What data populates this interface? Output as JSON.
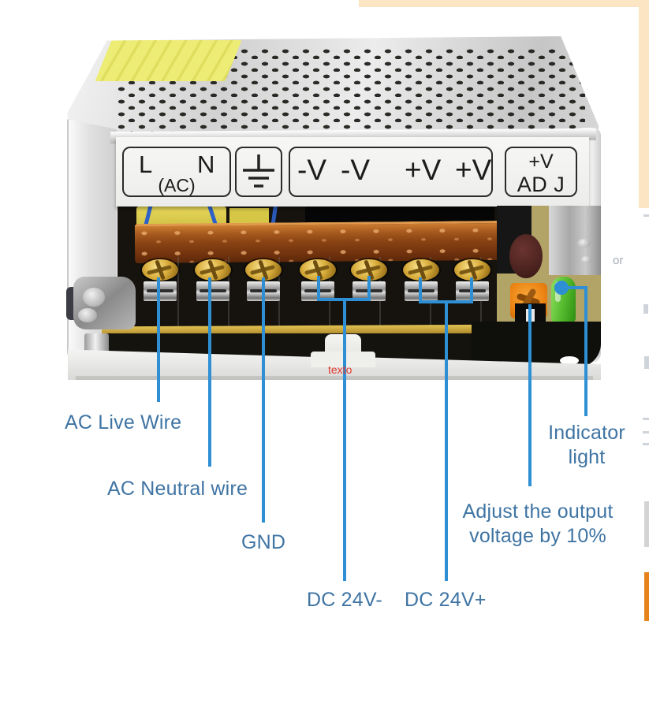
{
  "image_type": "annotated power-supply wiring diagram photo",
  "device": {
    "name": "switching power supply terminal panel",
    "terminal_panel": {
      "ac_block": {
        "live": "L",
        "neutral": "N",
        "subscript": "(AC)"
      },
      "ground_block_icon": "earth-ground-icon",
      "output_block_labels": [
        "-V",
        "-V",
        "+V",
        "+V"
      ],
      "adjust_block": {
        "top": "+V",
        "bottom": "AD J"
      }
    }
  },
  "annotations": {
    "ac_live": "AC Live Wire",
    "ac_neutral": "AC Neutral wire",
    "gnd": "GND",
    "dc_negative": "DC 24V-",
    "dc_positive": "DC 24V+",
    "adjust_line1": "Adjust the output",
    "adjust_line2": "voltage by 10%",
    "indicator_line1": "Indicator",
    "indicator_line2": "light"
  },
  "watermark": "texto",
  "edge_fragment_text": "or",
  "colors": {
    "leader_line_blue": "#2e8fd4",
    "annotation_text_blue": "#3f74a3",
    "watermark_red": "#e23b30",
    "edge_band_peach": "#fce5c2",
    "sticker_yellow": "#eae96f",
    "busbar_copper": "#9a4f1a",
    "led_green": "#4db830",
    "potentiometer_orange": "#ef8f1b",
    "terminal_gold": "#d4a93c"
  }
}
